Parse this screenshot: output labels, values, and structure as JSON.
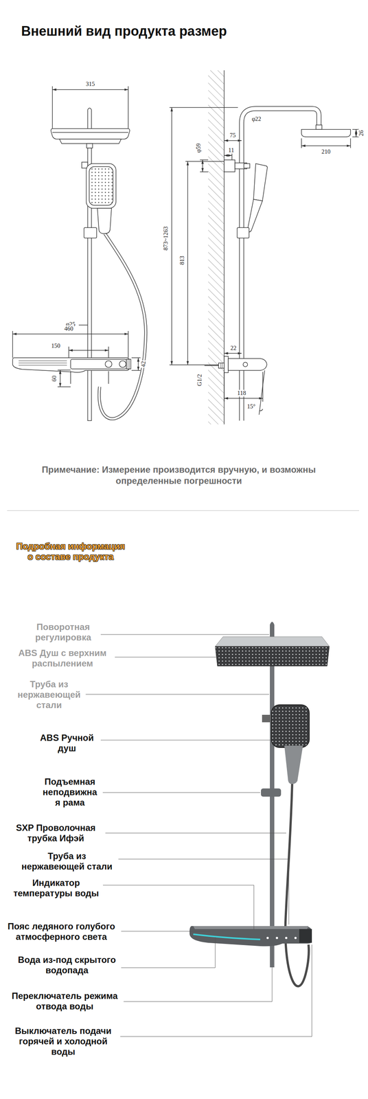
{
  "diagram": {
    "title": "Внешний вид продукта размер",
    "labels": [
      "315",
      "φ25",
      "460",
      "150",
      "42",
      "60",
      "φ22",
      "26",
      "210",
      "75",
      "11",
      "φ59",
      "873~1263",
      "813",
      "22",
      "G1/2",
      "118",
      "15°",
      "Примечание: Измерение производится вручную, и возможны определенные погрешности",
      "Подробная информация о составе продукта",
      "Поворотная регулировка",
      "ABS Душ с верхним распылением",
      "Труба из нержавеющей стали",
      "ABS Ручной душ",
      "Подъемная неподвижна я рама",
      "SXP Проволочная трубка Ифэй",
      "Труба из нержавеющей стали",
      "Индикатор температуры воды",
      "Пояс ледяного голубого атмосферного света",
      "Вода из-под скрытого водопада",
      "Переключатель режима отвода воды",
      "Выключатель подачи горячей и холодной воды"
    ]
  }
}
